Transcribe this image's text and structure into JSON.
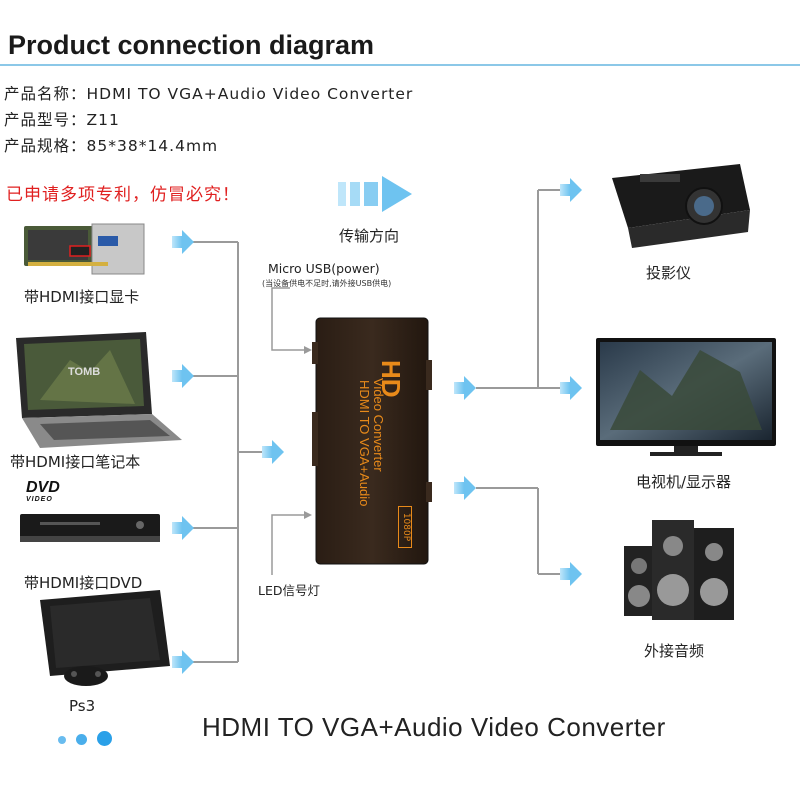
{
  "title": "Product connection diagram",
  "specs": {
    "name": "产品名称：HDMI TO VGA+Audio Video Converter",
    "model": "产品型号：Z11",
    "size": "产品规格：85*38*14.4mm"
  },
  "patent_notice": "已申请多项专利，仿冒必究！",
  "direction_label": "传输方向",
  "inputs": [
    {
      "label": "带HDMI接口显卡"
    },
    {
      "label": "带HDMI接口笔记本"
    },
    {
      "label": "带HDMI接口DVD"
    },
    {
      "label": "Ps3"
    }
  ],
  "device": {
    "brand": "HD",
    "line1": "Video Converter",
    "line2": "HDMI TO VGA+Audio",
    "badge": "1080P",
    "micro_usb_label": "Micro USB(power)",
    "micro_usb_note": "(当设备供电不足时,请外接USB供电)",
    "led_label": "LED信号灯"
  },
  "laptop_screen_text": "TOMB",
  "dvd_logo": {
    "top": "DVD",
    "bottom": "VIDEO"
  },
  "outputs": [
    {
      "label": "投影仪"
    },
    {
      "label": "电视机/显示器"
    },
    {
      "label": "外接音频"
    }
  ],
  "footer": "HDMI TO VGA+Audio Video Converter",
  "colors": {
    "arrow": "#8fd0f0",
    "line": "#9a9a9a",
    "accent": "#2aa0e8",
    "device_text": "#e88a1a",
    "patent": "#e02020"
  }
}
